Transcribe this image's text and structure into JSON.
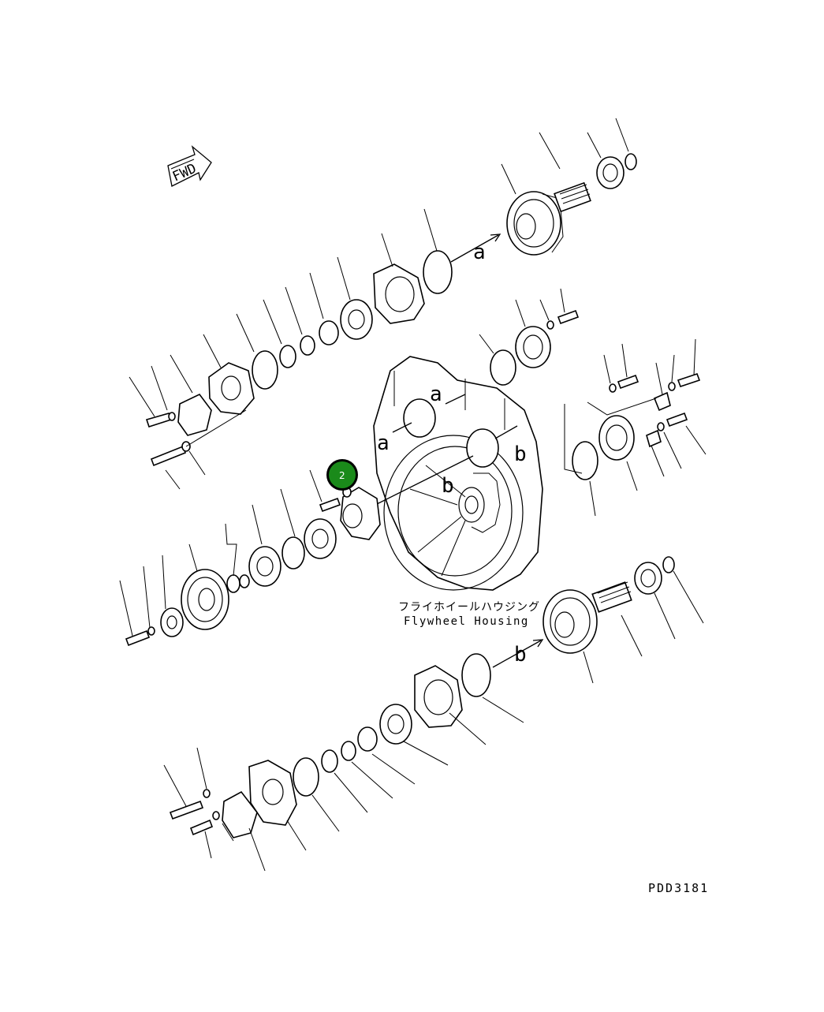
{
  "direction_label": "FWD",
  "housing_label_jp": "フライホイールハウジング",
  "housing_label_en": "Flywheel Housing",
  "drawing_code": "PDD3181",
  "callout_letters": {
    "a": "a",
    "b": "b"
  },
  "highlight_callout": {
    "number": "2",
    "color": "#1a8a1a"
  },
  "line_color": "#000000",
  "background": "#ffffff"
}
